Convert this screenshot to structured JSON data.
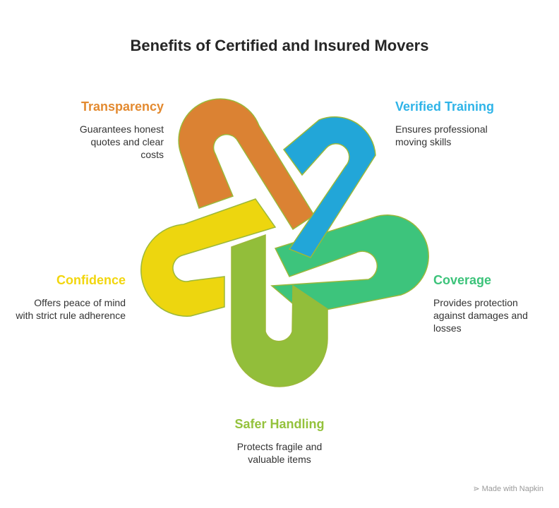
{
  "title": "Benefits of Certified and Insured Movers",
  "items": [
    {
      "title": "Transparency",
      "description": "Guarantees honest quotes and clear costs",
      "color": "#E38A30"
    },
    {
      "title": "Verified Training",
      "description": "Ensures professional moving skills",
      "color": "#2FB4E8"
    },
    {
      "title": "Coverage",
      "description": "Provides protection against damages and losses",
      "color": "#3CC37A"
    },
    {
      "title": "Safer Handling",
      "description": "Protects fragile and valuable items",
      "color": "#94C23C"
    },
    {
      "title": "Confidence",
      "description": "Offers peace of mind with strict rule adherence",
      "color": "#F2D60E"
    }
  ],
  "footer": {
    "text": "Made with Napkin",
    "icon": "napkin-logo-icon"
  }
}
